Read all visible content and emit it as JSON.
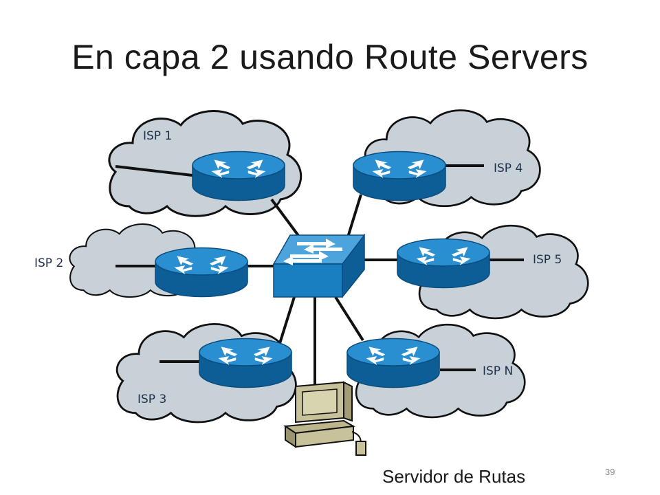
{
  "slide": {
    "title": "En capa 2 usando Route Servers",
    "page_number": "39"
  },
  "diagram": {
    "central_device": "switch-icon",
    "route_server_device": "computer-terminal-icon",
    "router_icon": "router-icon",
    "cloud_icon": "cloud-icon",
    "networks": [
      {
        "id": "isp1",
        "label": "ISP 1"
      },
      {
        "id": "isp2",
        "label": "ISP 2"
      },
      {
        "id": "isp3",
        "label": "ISP 3"
      },
      {
        "id": "isp4",
        "label": "ISP 4"
      },
      {
        "id": "isp5",
        "label": "ISP 5"
      },
      {
        "id": "ispn",
        "label": "ISP N"
      }
    ],
    "route_server_label": "Servidor de Rutas"
  },
  "colors": {
    "cloud_fill": "#c9d1d8",
    "router_blue": "#1a7fc1",
    "router_dark": "#0d5e97",
    "switch_blue": "#1a7fc1",
    "terminal_beige": "#c8c29a"
  }
}
